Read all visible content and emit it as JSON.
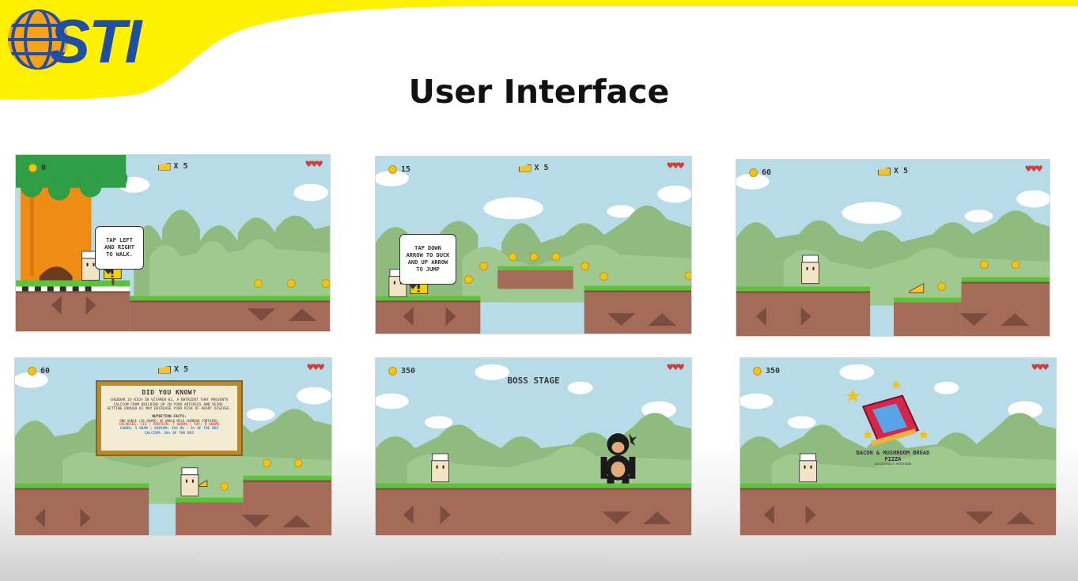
{
  "brand": {
    "logo_text": "STI",
    "yellow": "#fff200",
    "blue": "#1f4ea3"
  },
  "slide": {
    "title": "User Interface"
  },
  "colors": {
    "sky": "#b8dce7",
    "hill": "#8fbb7e",
    "hill_light": "#a0c98f",
    "grass": "#5cc43b",
    "dirt": "#a46b58",
    "dirt_line": "#7a4d3c",
    "arrow": "#7a4d40",
    "coin": "#f0c419",
    "heart": "#d83a3a",
    "cheese": "#f4c430",
    "tree_leaves": "#2f9e44",
    "tree_trunk": "#ef8c14"
  },
  "icons": {
    "coin": "coin-icon",
    "cheese": "cheese-icon",
    "heart": "heart-icon",
    "arrows": [
      "left-arrow-icon",
      "right-arrow-icon",
      "down-arrow-icon",
      "up-arrow-icon"
    ]
  },
  "screens": [
    {
      "coins": "0",
      "cheese": "X 5",
      "hearts": "♥♥♥",
      "bubble": "TAP LEFT\nAND RIGHT\nTO WALK."
    },
    {
      "coins": "15",
      "cheese": "X 5",
      "hearts": "♥♥♥",
      "bubble": "TAP DOWN\nARROW TO DUCK\nAND UP ARROW\nTO JUMP"
    },
    {
      "coins": "60",
      "cheese": "X 5",
      "hearts": "♥♥♥"
    },
    {
      "coins": "60",
      "cheese": "X 5",
      "hearts": "♥♥♥",
      "fact": {
        "title": "DID YOU KNOW?",
        "body": "CHEDDAR IS RICH IN VITAMIN K2, A NUTRIENT THAT PREVENTS CALCIUM FROM BUILDING UP IN YOUR ARTERIES AND VEINS. GETTING ENOUGH K2 MAY DECREASE YOUR RISK OF HEART DISEASE.",
        "subtitle": "NUTRITION FACTS:",
        "serving": "ONE OUNCE (28 GRAMS) OF WHOLE-MILK CHEDDAR CONTAINS:",
        "facts_line1": "CALORIES: 115 | PROTEIN: 7 GRAMS | FAT: 9 GRAMS",
        "facts_line2": "CARBS: 1 GRAM | SODIUM: 183 MG — 8% OF THE RDI",
        "facts_line3": "CALCIUM: 20% OF THE RDI"
      }
    },
    {
      "coins": "350",
      "hearts": "♥♥♥",
      "stage": "BOSS STAGE"
    },
    {
      "coins": "350",
      "hearts": "♥♥♥",
      "item_name": "BACON & MUSHROOM BREAD PIZZA",
      "item_sub": "SUCCESSFULLY RETRIEVED"
    }
  ]
}
